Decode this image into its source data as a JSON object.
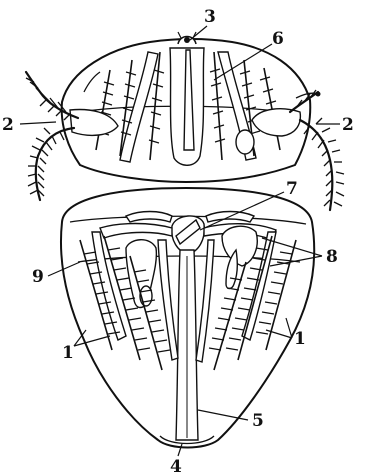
{
  "figure": {
    "labels": {
      "l1_left": "1",
      "l1_right": "1",
      "l2_left": "2",
      "l2_right": "2",
      "l3": "3",
      "l4": "4",
      "l5": "5",
      "l6": "6",
      "l7": "7",
      "l8": "8",
      "l9": "9"
    }
  }
}
